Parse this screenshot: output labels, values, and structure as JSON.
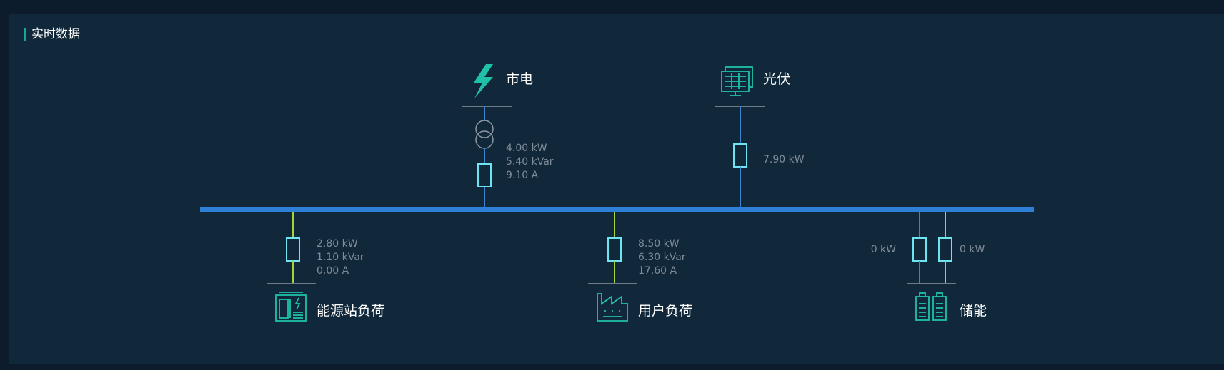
{
  "panel": {
    "title": "实时数据"
  },
  "nodes": {
    "grid": {
      "label": "市电",
      "values": [
        "4.00 kW",
        "5.40 kVar",
        "9.10 A"
      ]
    },
    "pv": {
      "label": "光伏",
      "values": [
        "7.90 kW"
      ]
    },
    "station_load": {
      "label": "能源站负荷",
      "values": [
        "2.80 kW",
        "1.10 kVar",
        "0.00 A"
      ]
    },
    "user_load": {
      "label": "用户负荷",
      "values": [
        "8.50 kW",
        "6.30 kVar",
        "17.60 A"
      ]
    },
    "storage": {
      "label": "储能",
      "values_left": [
        "0 kW"
      ],
      "values_right": [
        "0 kW"
      ]
    }
  },
  "icons": {
    "grid": "lightning-icon",
    "pv": "solar-panel-icon",
    "station_load": "generator-cabinet-icon",
    "user_load": "factory-icon",
    "storage": "battery-icon"
  },
  "colors": {
    "bus": "#2f7fd6",
    "line_blue": "#3b83cc",
    "line_green": "#a7d33a",
    "breaker": "#6fe3f0",
    "icon": "#1fc2a8",
    "tick": "#6d7c88",
    "value": "#7f8c99",
    "label": "#ffffff"
  }
}
